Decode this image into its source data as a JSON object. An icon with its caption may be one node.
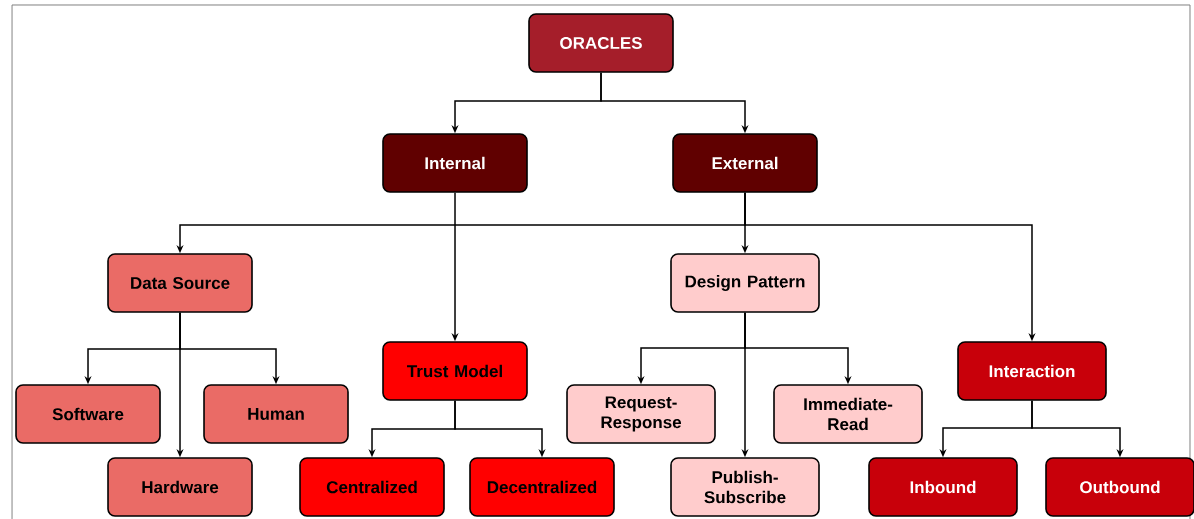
{
  "diagram": {
    "nodes": [
      {
        "text": [
          "ORACLES"
        ]
      },
      {
        "text": [
          "Internal"
        ]
      },
      {
        "text": [
          "External"
        ]
      },
      {
        "text": [
          "Data Source"
        ]
      },
      {
        "text": [
          "Trust Model"
        ]
      },
      {
        "text": [
          "Design Pattern"
        ]
      },
      {
        "text": [
          "Interaction"
        ]
      },
      {
        "text": [
          "Software"
        ]
      },
      {
        "text": [
          "Human"
        ]
      },
      {
        "text": [
          "Hardware"
        ]
      },
      {
        "text": [
          "Centralized"
        ]
      },
      {
        "text": [
          "Decentralized"
        ]
      },
      {
        "text": [
          "Request- Response"
        ]
      },
      {
        "text": [
          "Immediate- Read"
        ]
      },
      {
        "text": [
          "Publish- Subscribe"
        ]
      },
      {
        "text": [
          "Inbound"
        ]
      },
      {
        "text": [
          "Outbound"
        ]
      }
    ],
    "edges": [
      {
        "from": 0,
        "to": 1,
        "arrow": "to"
      },
      {
        "from": 0,
        "to": 2,
        "arrow": "to"
      },
      {
        "from": 2,
        "to": 3,
        "arrow": "to"
      },
      {
        "from": 1,
        "to": 4,
        "arrow": "to"
      },
      {
        "from": 2,
        "to": 5,
        "arrow": "to"
      },
      {
        "from": 2,
        "to": 6,
        "arrow": "to"
      },
      {
        "from": 3,
        "to": 7,
        "arrow": "to"
      },
      {
        "from": 3,
        "to": 8,
        "arrow": "to"
      },
      {
        "from": 3,
        "to": 9,
        "arrow": "to"
      },
      {
        "from": 4,
        "to": 10,
        "arrow": "to"
      },
      {
        "from": 4,
        "to": 11,
        "arrow": "to"
      },
      {
        "from": 5,
        "to": 12,
        "arrow": "to"
      },
      {
        "from": 5,
        "to": 13,
        "arrow": "to"
      },
      {
        "from": 5,
        "to": 14,
        "arrow": "to"
      },
      {
        "from": 6,
        "to": 15,
        "arrow": "to"
      },
      {
        "from": 6,
        "to": 16,
        "arrow": "to"
      }
    ]
  }
}
